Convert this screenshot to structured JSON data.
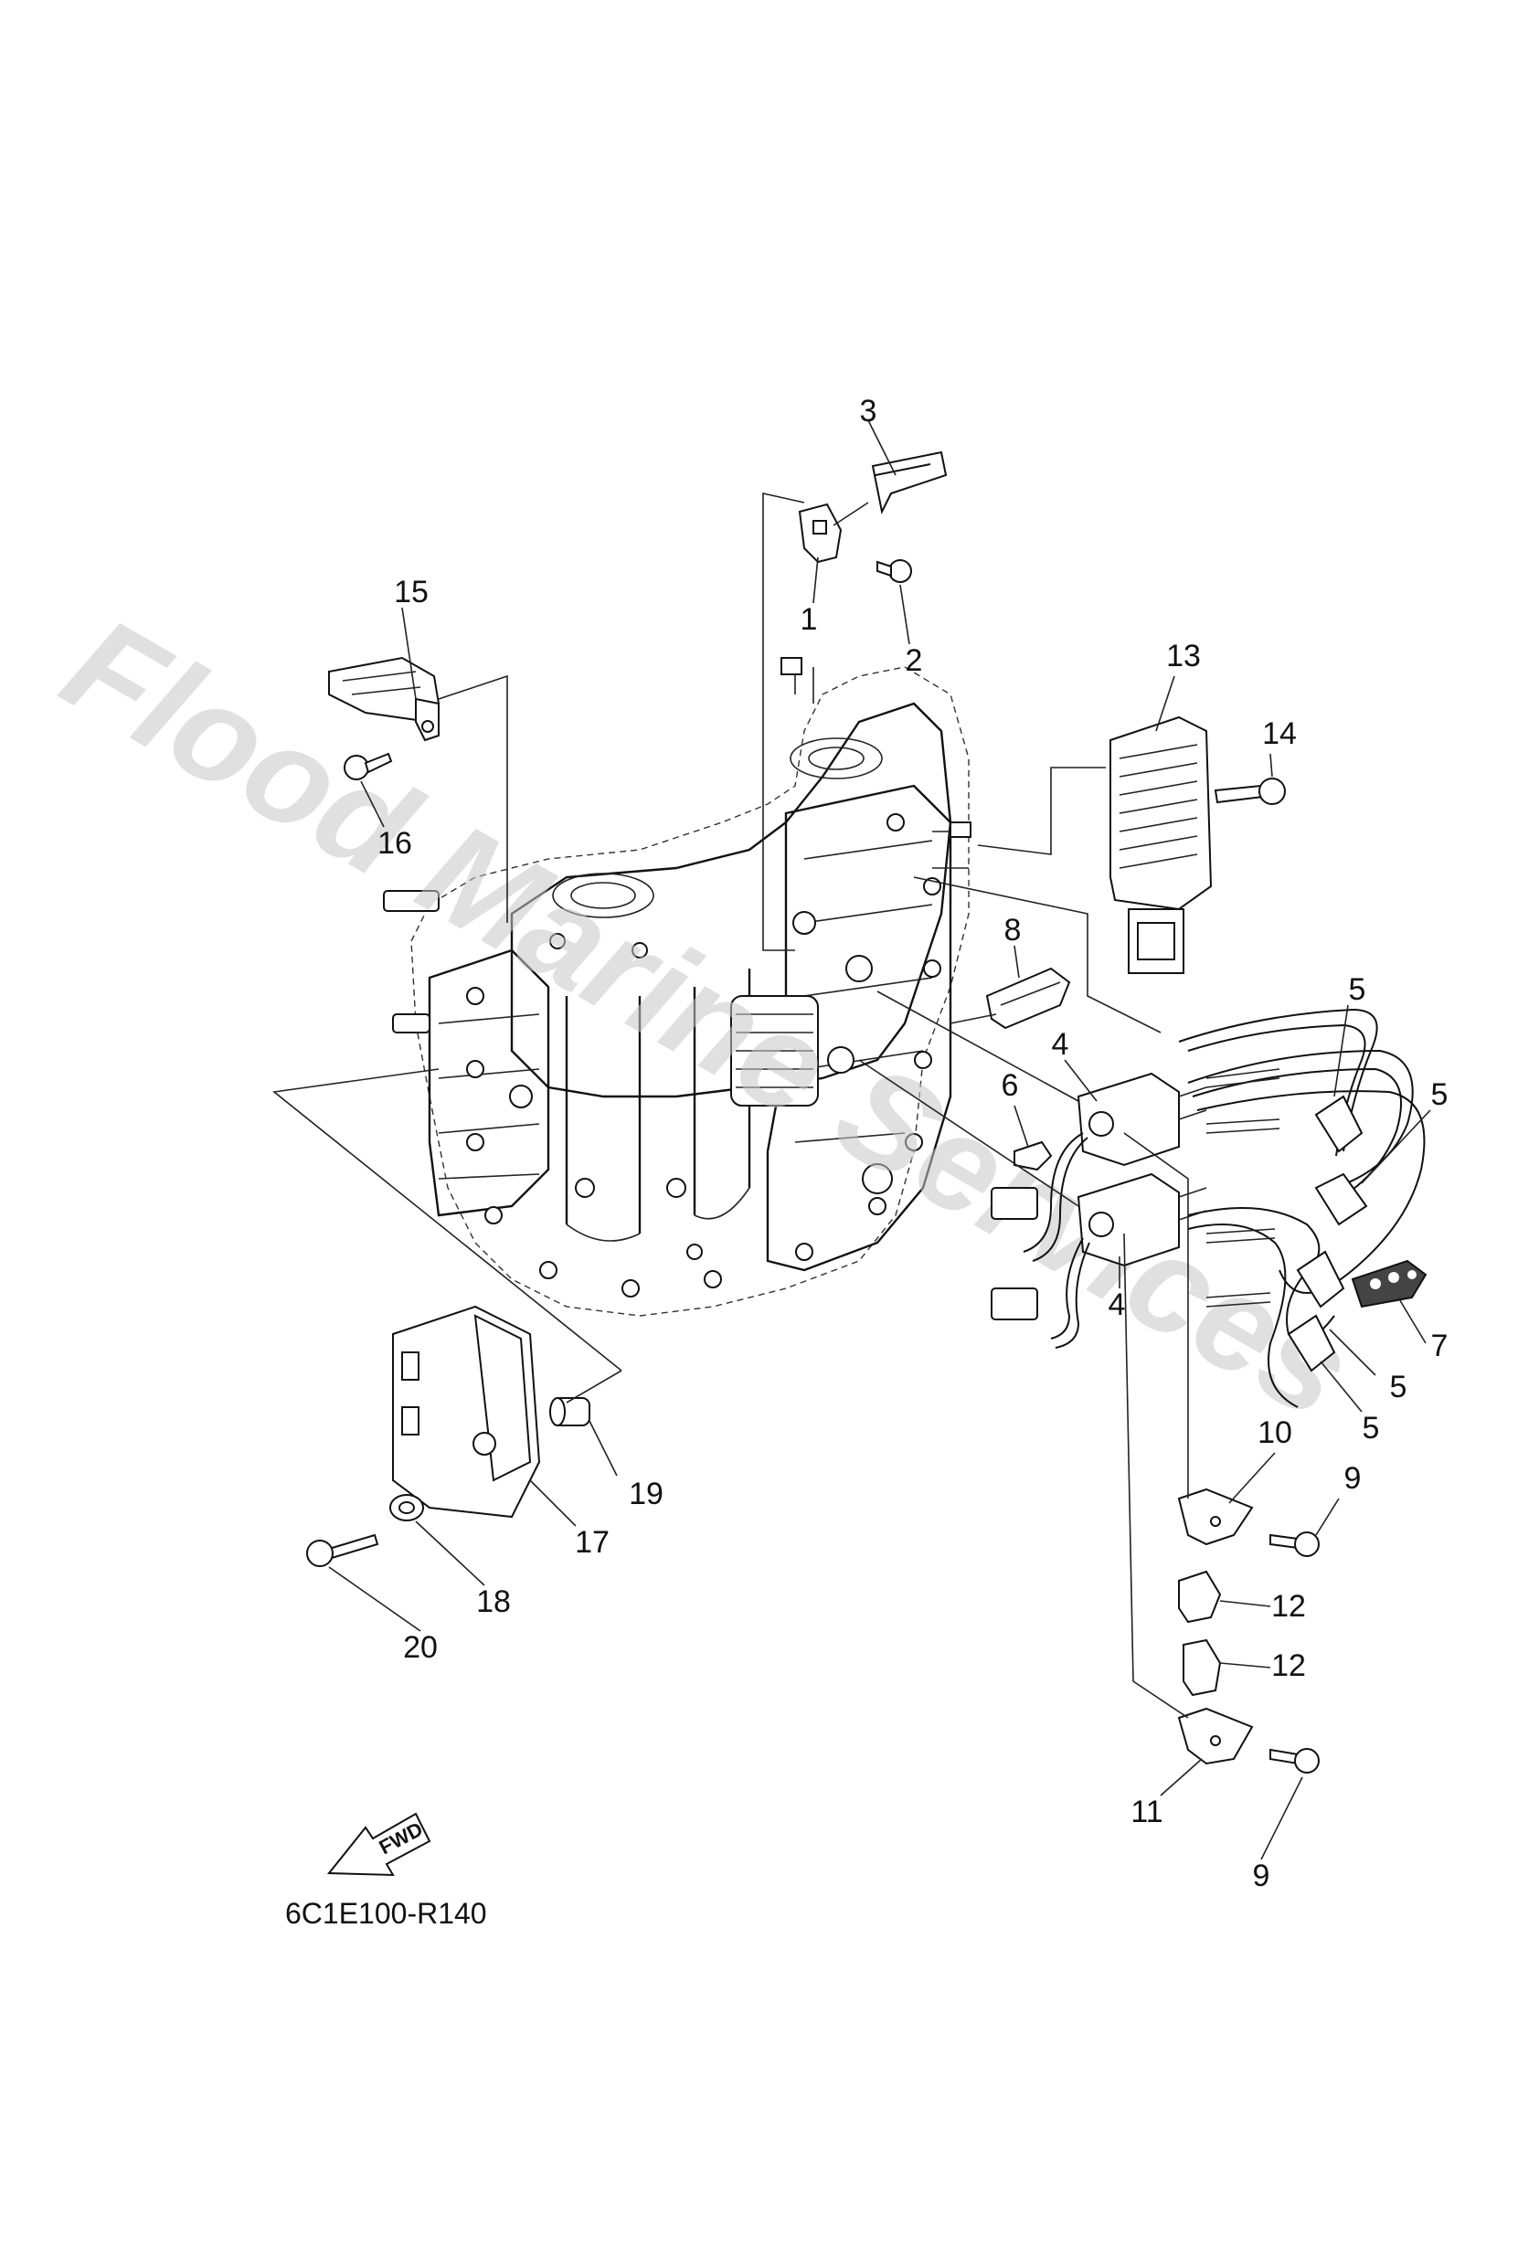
{
  "watermark": {
    "line1": "Flood Marine Services"
  },
  "diagram": {
    "part_code": "6C1E100-R140",
    "fwd_label": "FWD",
    "callouts": [
      "1",
      "2",
      "3",
      "4",
      "4",
      "5",
      "5",
      "5",
      "5",
      "6",
      "7",
      "8",
      "9",
      "9",
      "10",
      "11",
      "12",
      "12",
      "13",
      "14",
      "15",
      "16",
      "17",
      "18",
      "19",
      "20"
    ]
  }
}
